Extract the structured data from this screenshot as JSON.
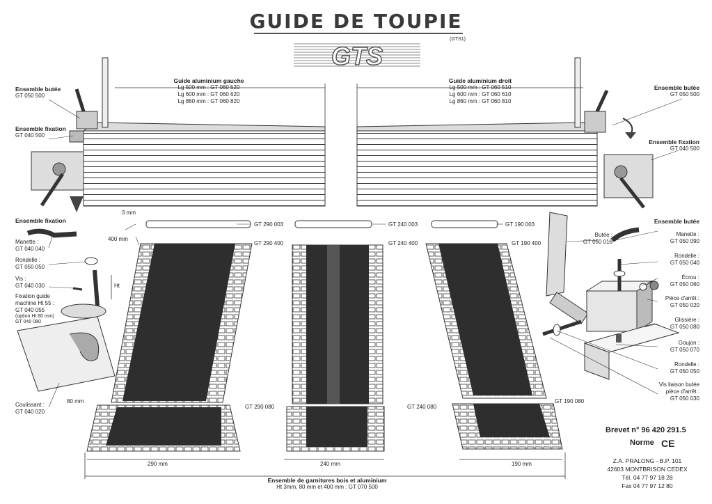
{
  "title": "GUIDE DE TOUPIE",
  "ref": "(GTS1)",
  "logo": "GTS",
  "guide_left": {
    "heading": "Guide aluminium gauche",
    "lines": [
      "Lg 500 mm : GT 060 520",
      "Lg 600 mm : GT 060 620",
      "Lg 860 mm : GT 060 820"
    ]
  },
  "guide_right": {
    "heading": "Guide aluminium droit",
    "lines": [
      "Lg 500 mm : GT 060 510",
      "Lg 600 mm : GT 060 610",
      "Lg 860 mm : GT 060 810"
    ]
  },
  "left_labels": {
    "butee_t": "Ensemble butée",
    "butee_c": "GT 050 500",
    "fix_t": "Ensemble fixation",
    "fix_c": "GT 040 500",
    "fix2_t": "Ensemble fixation",
    "manette_t": "Manette :",
    "manette_c": "GT 040 040",
    "rondelle_t": "Rondelle :",
    "rondelle_c": "GT 050 050",
    "vis_t": "Vis :",
    "vis_c": "GT 040 030",
    "fixguide_t1": "Fixation guide",
    "fixguide_t2": "machine Ht 55 :",
    "fixguide_c": "GT 040 055",
    "option_t": "(option Ht 80 mm)",
    "option_c": "GT 040 080",
    "coul_t": "Coulissant :",
    "coul_c": "GT 040 020",
    "ht": "Ht",
    "d80": "80 mm"
  },
  "right_labels": {
    "butee_t": "Ensemble butée",
    "butee_c": "GT 050 500",
    "fix_t": "Ensemble fixation",
    "fix_c": "GT 040 500",
    "butee2_t": "Ensemble butée",
    "bu_t": "Butée :",
    "bu_c": "GT 050 010",
    "manette_t": "Manette :",
    "manette_c": "GT 050 090",
    "rondelle_t": "Rondelle :",
    "rondelle_c": "GT 050 040",
    "ecrou_t": "Écrou :",
    "ecrou_c": "GT 050 060",
    "piece_t": "Pièce d'arrêt :",
    "piece_c": "GT 050 020",
    "glissiere_t": "Glissière :",
    "glissiere_c": "GT 050 080",
    "goujon_t": "Goujon :",
    "goujon_c": "GT 050 070",
    "rondelle2_t": "Rondelle :",
    "rondelle2_c": "GT 050 050",
    "visliaison_t1": "Vis liaison butée",
    "visliaison_t2": "pièce d'arrêt :",
    "visliaison_c": "GT 050 030"
  },
  "parts": {
    "d3": "3 mm",
    "d400": "400 mm",
    "gt290003": "GT 290 003",
    "gt240003": "GT 240 003",
    "gt190003": "GT 190 003",
    "gt290400": "GT 290 400",
    "gt240400": "GT 240 400",
    "gt190400": "GT 190 400",
    "gt290080": "GT 290 080",
    "gt240080": "GT 240 080",
    "gt190080": "GT 190 080",
    "w290": "290 mm",
    "w240": "240 mm",
    "w190": "190 mm"
  },
  "footer": {
    "ensemble": "Ensemble de garnitures bois et aluminium",
    "ensemble_sub": "Ht 3mm, 80 mm et 400 mm : GT 070 500",
    "brevet": "Brevet n° 96 420 291.5",
    "norme": "Norme",
    "ce": "CE",
    "addr1": "Z.A. PRALONG - B.P. 101",
    "addr2": "42603 MONTBRISON CEDEX",
    "tel": "Tél. 04 77 97 18 28",
    "fax": "Fax 04 77 97 12 80"
  },
  "colors": {
    "dark_strip": "#2e2e2e",
    "rule": "#555555"
  }
}
